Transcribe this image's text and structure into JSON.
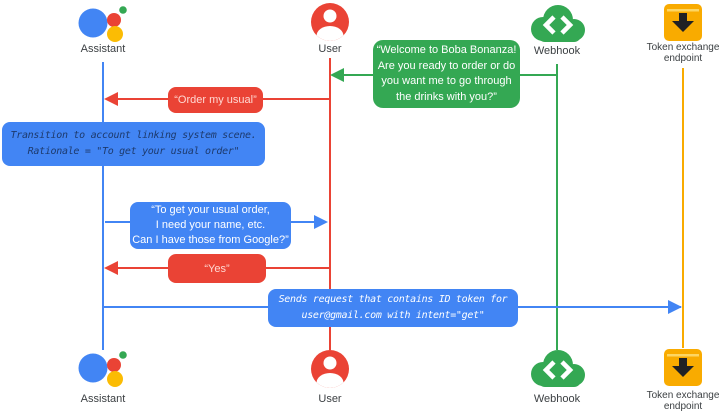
{
  "colors": {
    "blue": "#4285F4",
    "red": "#EA4335",
    "green": "#34A853",
    "yellow": "#F9AB00",
    "label_text": "#3C4043",
    "note_text": "#1D3A6D",
    "red_box_text": "#FFD8D2"
  },
  "actors": {
    "assistant": {
      "label": "Assistant",
      "icon": "google-assistant-icon"
    },
    "user": {
      "label": "User",
      "icon": "user-icon"
    },
    "webhook": {
      "label": "Webhook",
      "icon": "webhook-cloud-icon"
    },
    "token_endpoint": {
      "label_line1": "Token exchange",
      "label_line2": "endpoint",
      "icon": "token-endpoint-icon"
    }
  },
  "messages": {
    "welcome": {
      "from": "Webhook",
      "to": "User",
      "lines": [
        "“Welcome to Boba Bonanza!",
        "Are you ready to order or do",
        "you want me to go through",
        "the drinks with you?”"
      ]
    },
    "order_usual": {
      "from": "User",
      "to": "Assistant",
      "text": "“Order my usual”"
    },
    "transition_note": {
      "lines": [
        "Transition to account linking system scene.",
        "Rationale = \"To get your usual order\""
      ]
    },
    "ask_details": {
      "from": "Assistant",
      "to": "User",
      "lines": [
        "“To get your usual order,",
        "I need your name, etc.",
        "Can I have those from Google?”"
      ]
    },
    "yes": {
      "from": "User",
      "to": "Assistant",
      "text": "“Yes”"
    },
    "send_request": {
      "from": "Assistant",
      "to": "Token exchange endpoint",
      "lines": [
        "Sends request that contains ID token for",
        "user@gmail.com with intent=\"get\""
      ]
    }
  }
}
